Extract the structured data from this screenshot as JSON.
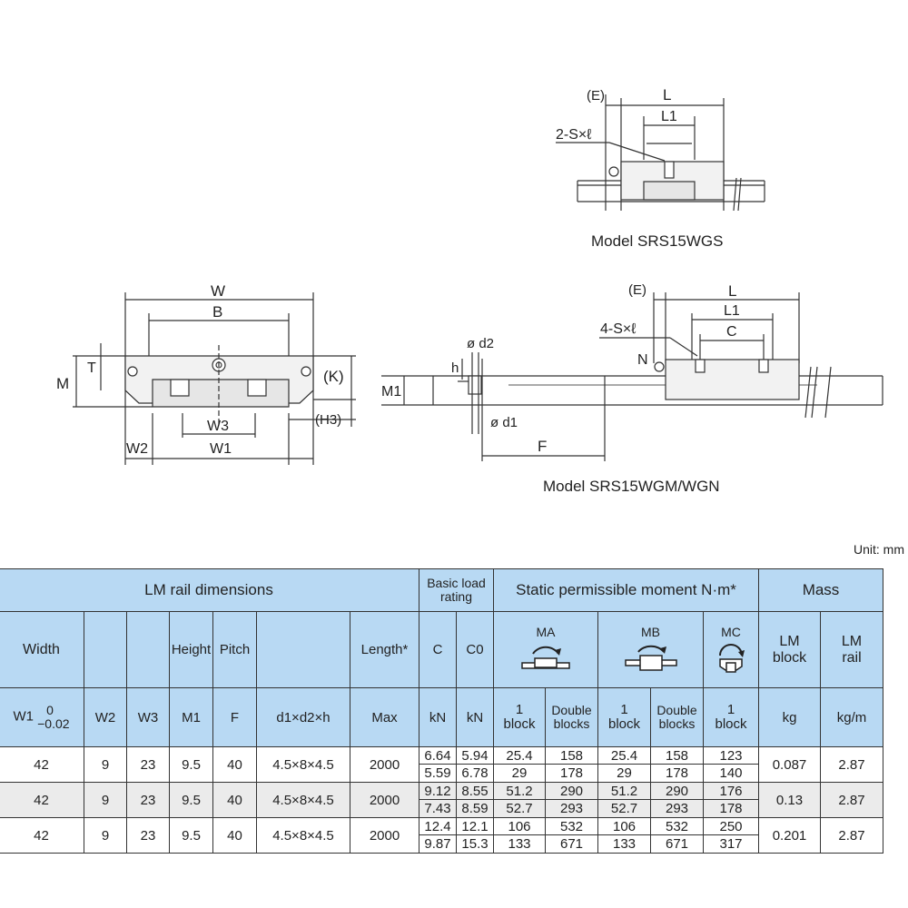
{
  "diagrams": {
    "wgs": {
      "caption": "Model SRS15WGS",
      "labels": {
        "E": "(E)",
        "L": "L",
        "L1": "L1",
        "SxL": "2-S×ℓ"
      }
    },
    "cross_section": {
      "labels": {
        "W": "W",
        "B": "B",
        "T": "T",
        "M": "M",
        "K": "(K)",
        "H3": "(H3)",
        "W3": "W3",
        "W2": "W2",
        "W1": "W1"
      }
    },
    "wgm": {
      "caption": "Model SRS15WGM/WGN",
      "labels": {
        "E": "(E)",
        "L": "L",
        "L1": "L1",
        "C": "C",
        "SxL": "4-S×ℓ",
        "N": "N",
        "d2": "ø d2",
        "h": "h",
        "M1": "M1",
        "d1": "ø d1",
        "F": "F"
      }
    }
  },
  "unit_note": "Unit: mm",
  "table": {
    "group_headers": {
      "rail_dims": "LM rail dimensions",
      "basic_load_l1": "Basic load",
      "basic_load_l2": "rating",
      "static_moment": "Static permissible moment N·m*",
      "mass": "Mass"
    },
    "sym_headers": {
      "width": "Width",
      "height": "Height",
      "pitch": "Pitch",
      "length": "Length*",
      "c": "C",
      "c0": "C0",
      "ma": "MA",
      "mb": "MB",
      "mc": "MC",
      "lm_block_1": "LM",
      "lm_block_2": "block",
      "lm_rail_1": "LM",
      "lm_rail_2": "rail"
    },
    "unit_headers": {
      "w1": "W1",
      "tol_top": "0",
      "tol_bottom": "−0.02",
      "w2": "W2",
      "w3": "W3",
      "m1": "M1",
      "f": "F",
      "dxdxh": "d1×d2×h",
      "max": "Max",
      "kn1": "kN",
      "kn2": "kN",
      "ma_1a": "1",
      "ma_1b": "block",
      "ma_2a": "Double",
      "ma_2b": "blocks",
      "mb_1a": "1",
      "mb_1b": "block",
      "mb_2a": "Double",
      "mb_2b": "blocks",
      "mc_1a": "1",
      "mc_1b": "block",
      "kg": "kg",
      "kgm": "kg/m"
    },
    "rows": [
      {
        "w1": "42",
        "w2": "9",
        "w3": "23",
        "m1": "9.5",
        "f": "40",
        "dxh": "4.5×8×4.5",
        "max": "2000",
        "c_a": "6.64",
        "c0_a": "5.94",
        "ma1_a": "25.4",
        "ma2_a": "158",
        "mb1_a": "25.4",
        "mb2_a": "158",
        "mc_a": "123",
        "c_b": "5.59",
        "c0_b": "6.78",
        "ma1_b": "29",
        "ma2_b": "178",
        "mb1_b": "29",
        "mb2_b": "178",
        "mc_b": "140",
        "block_kg": "0.087",
        "rail_kgm": "2.87"
      },
      {
        "w1": "42",
        "w2": "9",
        "w3": "23",
        "m1": "9.5",
        "f": "40",
        "dxh": "4.5×8×4.5",
        "max": "2000",
        "c_a": "9.12",
        "c0_a": "8.55",
        "ma1_a": "51.2",
        "ma2_a": "290",
        "mb1_a": "51.2",
        "mb2_a": "290",
        "mc_a": "176",
        "c_b": "7.43",
        "c0_b": "8.59",
        "ma1_b": "52.7",
        "ma2_b": "293",
        "mb1_b": "52.7",
        "mb2_b": "293",
        "mc_b": "178",
        "block_kg": "0.13",
        "rail_kgm": "2.87"
      },
      {
        "w1": "42",
        "w2": "9",
        "w3": "23",
        "m1": "9.5",
        "f": "40",
        "dxh": "4.5×8×4.5",
        "max": "2000",
        "c_a": "12.4",
        "c0_a": "12.1",
        "ma1_a": "106",
        "ma2_a": "532",
        "mb1_a": "106",
        "mb2_a": "532",
        "mc_a": "250",
        "c_b": "9.87",
        "c0_b": "15.3",
        "ma1_b": "133",
        "ma2_b": "671",
        "mb1_b": "133",
        "mb2_b": "671",
        "mc_b": "317",
        "block_kg": "0.201",
        "rail_kgm": "2.87"
      }
    ]
  }
}
